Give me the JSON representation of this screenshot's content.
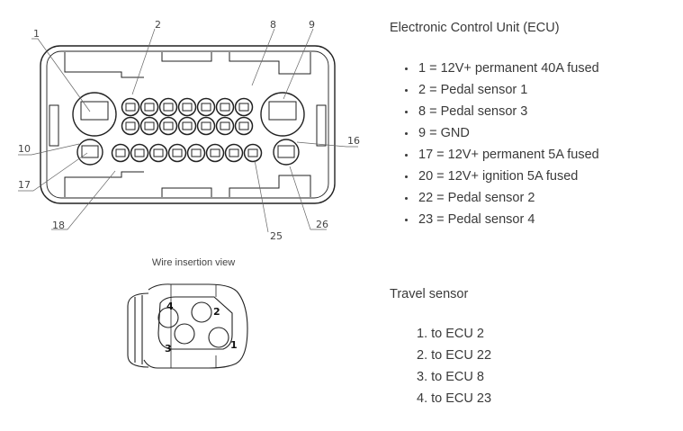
{
  "ecu_drawing": {
    "callouts": [
      "1",
      "2",
      "8",
      "9",
      "10",
      "16",
      "17",
      "18",
      "25",
      "26"
    ],
    "caption": "Wire insertion view"
  },
  "sensor_drawing": {
    "pin_labels": [
      "1",
      "2",
      "3",
      "4"
    ]
  },
  "ecu": {
    "title": "Electronic Control Unit (ECU)",
    "pins": [
      "1 = 12V+ permanent 40A fused",
      "2 = Pedal sensor 1",
      "8 = Pedal sensor 3",
      "9 = GND",
      "17 = 12V+ permanent 5A fused",
      "20 = 12V+ ignition 5A fused",
      "22 = Pedal sensor 2",
      "23 = Pedal sensor 4"
    ]
  },
  "travel_sensor": {
    "title": "Travel sensor",
    "connections": [
      "1. to ECU 2",
      "2. to ECU 22",
      "3. to ECU 8",
      "4. to ECU 23"
    ]
  }
}
